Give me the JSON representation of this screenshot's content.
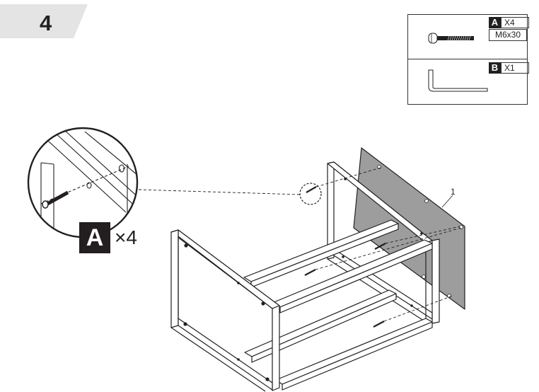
{
  "step": {
    "number": "4"
  },
  "parts": {
    "a": {
      "letter": "A",
      "quantity": "X4",
      "size": "M6x30",
      "icon": "bolt-icon"
    },
    "b": {
      "letter": "B",
      "quantity": "X1",
      "icon": "allen-key-icon"
    }
  },
  "detail": {
    "letter": "A",
    "quantity": "×4"
  },
  "callout": {
    "label": "1"
  },
  "colors": {
    "panel": "#9d9d9d",
    "tab": "#e4e4e4",
    "ink": "#231f20"
  }
}
